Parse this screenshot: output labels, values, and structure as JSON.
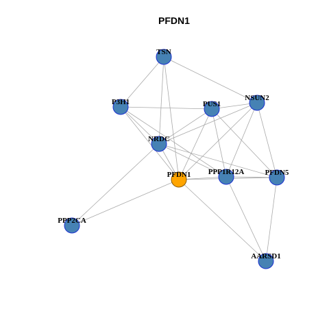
{
  "title": "PFDN1",
  "colors": {
    "node_fill": "#4682B4",
    "node_stroke": "#1a2fd0",
    "focus_fill": "#FFA500",
    "focus_stroke": "#8a5a00",
    "edge": "#a8a8a8"
  },
  "nodes": [
    {
      "id": "TSN",
      "label": "TSN",
      "focus": false
    },
    {
      "id": "P3H1",
      "label": "P3H1",
      "focus": false
    },
    {
      "id": "PUS1",
      "label": "PUS1",
      "focus": false
    },
    {
      "id": "NSUN2",
      "label": "NSUN2",
      "focus": false
    },
    {
      "id": "NRDC",
      "label": "NRDC",
      "focus": false
    },
    {
      "id": "PFDN1",
      "label": "PFDN1",
      "focus": true
    },
    {
      "id": "PPP1R12A",
      "label": "PPP1R12A",
      "focus": false
    },
    {
      "id": "PFDN5",
      "label": "PFDN5",
      "focus": false
    },
    {
      "id": "PPP2CA",
      "label": "PPP2CA",
      "focus": false
    },
    {
      "id": "AARSD1",
      "label": "AARSD1",
      "focus": false
    }
  ],
  "edges": [
    [
      "TSN",
      "P3H1"
    ],
    [
      "TSN",
      "NSUN2"
    ],
    [
      "TSN",
      "NRDC"
    ],
    [
      "TSN",
      "PFDN1"
    ],
    [
      "P3H1",
      "PUS1"
    ],
    [
      "P3H1",
      "NRDC"
    ],
    [
      "P3H1",
      "PFDN1"
    ],
    [
      "P3H1",
      "PPP1R12A"
    ],
    [
      "PUS1",
      "NSUN2"
    ],
    [
      "PUS1",
      "NRDC"
    ],
    [
      "PUS1",
      "PFDN1"
    ],
    [
      "PUS1",
      "PPP1R12A"
    ],
    [
      "PUS1",
      "PFDN5"
    ],
    [
      "NSUN2",
      "NRDC"
    ],
    [
      "NSUN2",
      "PFDN1"
    ],
    [
      "NSUN2",
      "PPP1R12A"
    ],
    [
      "NSUN2",
      "PFDN5"
    ],
    [
      "NRDC",
      "PFDN1"
    ],
    [
      "NRDC",
      "PPP1R12A"
    ],
    [
      "NRDC",
      "PFDN5"
    ],
    [
      "NRDC",
      "PPP2CA"
    ],
    [
      "PFDN1",
      "PPP1R12A"
    ],
    [
      "PFDN1",
      "PFDN5"
    ],
    [
      "PFDN1",
      "PPP2CA"
    ],
    [
      "PFDN1",
      "AARSD1"
    ],
    [
      "PPP1R12A",
      "PFDN5"
    ],
    [
      "PPP1R12A",
      "AARSD1"
    ],
    [
      "PFDN5",
      "AARSD1"
    ]
  ]
}
